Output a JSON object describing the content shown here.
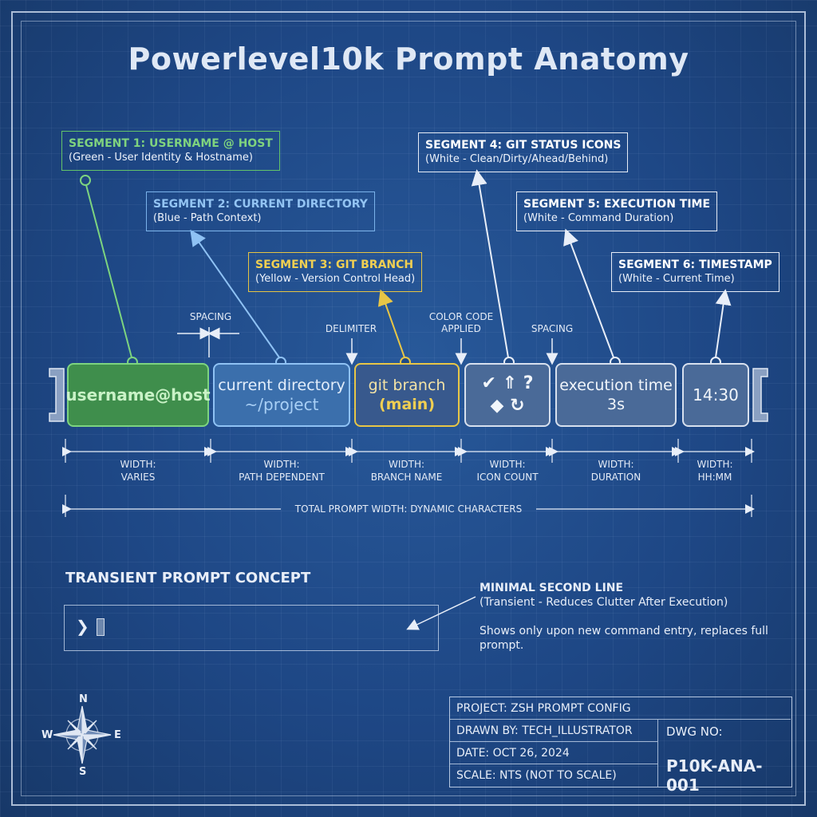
{
  "title": "Powerlevel10k Prompt Anatomy",
  "colors": {
    "green": "#7fd37e",
    "blue": "#93c4f3",
    "yellow": "#f0cf52",
    "white": "#ffffff",
    "background": "#1f4a86"
  },
  "callouts": [
    {
      "heading": "SEGMENT 1: USERNAME @ HOST",
      "sub": "(Green - User Identity & Hostname)"
    },
    {
      "heading": "SEGMENT 2: CURRENT DIRECTORY",
      "sub": "(Blue - Path Context)"
    },
    {
      "heading": "SEGMENT 3: GIT BRANCH",
      "sub": "(Yellow - Version Control Head)"
    },
    {
      "heading": "SEGMENT 4: GIT STATUS ICONS",
      "sub": "(White - Clean/Dirty/Ahead/Behind)"
    },
    {
      "heading": "SEGMENT 5: EXECUTION TIME",
      "sub": "(White - Command Duration)"
    },
    {
      "heading": "SEGMENT 6: TIMESTAMP",
      "sub": "(White - Current Time)"
    }
  ],
  "segments": [
    {
      "line1": "username@host",
      "line2": ""
    },
    {
      "line1": "current directory",
      "line2": "~/project"
    },
    {
      "line1": "git branch",
      "line2": "(main)"
    },
    {
      "icons": [
        "check-icon",
        "ahead-icon",
        "question-icon",
        "git-icon",
        "refresh-icon"
      ],
      "glyphs": [
        "✔",
        "⇑",
        "?",
        "◆",
        "↻"
      ]
    },
    {
      "line1": "execution time",
      "line2": "3s"
    },
    {
      "line1": "14:30",
      "line2": ""
    }
  ],
  "labels": {
    "spacing_1": "SPACING",
    "delimiter": "DELIMITER",
    "color_code": "COLOR CODE APPLIED",
    "spacing_2": "SPACING"
  },
  "widths": [
    {
      "l1": "WIDTH:",
      "l2": "VARIES"
    },
    {
      "l1": "WIDTH:",
      "l2": "PATH DEPENDENT"
    },
    {
      "l1": "WIDTH:",
      "l2": "BRANCH NAME"
    },
    {
      "l1": "WIDTH:",
      "l2": "ICON COUNT"
    },
    {
      "l1": "WIDTH:",
      "l2": "DURATION"
    },
    {
      "l1": "WIDTH:",
      "l2": "HH:MM"
    }
  ],
  "total_width": "TOTAL PROMPT WIDTH: DYNAMIC CHARACTERS",
  "transient": {
    "title": "TRANSIENT PROMPT CONCEPT",
    "chevron": "❯",
    "note_heading": "MINIMAL SECOND LINE",
    "note_sub": "(Transient - Reduces Clutter After Execution)",
    "description": "Shows only upon new command entry, replaces full prompt."
  },
  "title_block": {
    "project": "PROJECT: ZSH PROMPT CONFIG",
    "drawn_by": "DRAWN BY: TECH_ILLUSTRATOR",
    "date": "DATE: OCT 26, 2024",
    "scale": "SCALE: NTS (NOT TO SCALE)",
    "dwg_label": "DWG NO:",
    "dwg_value": "P10K-ANA-001"
  },
  "compass": {
    "n": "N",
    "s": "S",
    "e": "E",
    "w": "W"
  }
}
